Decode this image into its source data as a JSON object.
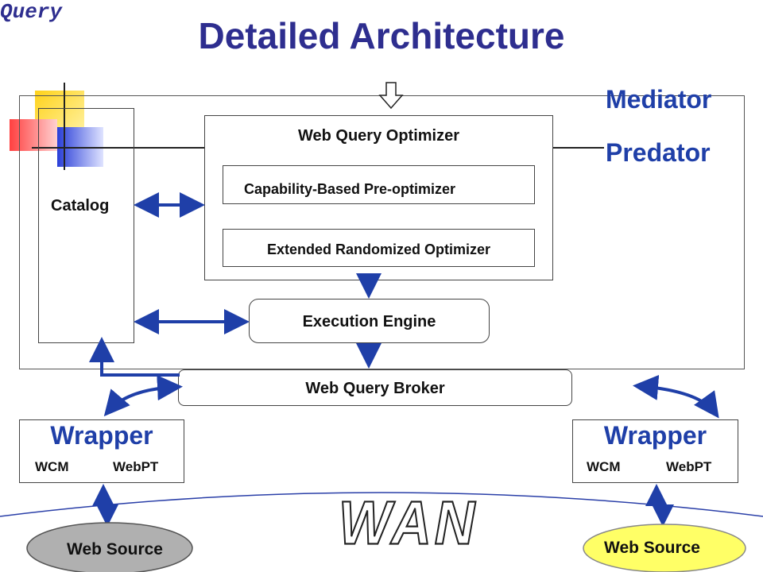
{
  "slide": {
    "title": "Detailed Architecture",
    "query_label": "Query",
    "mediator_label": "Mediator",
    "predator_label": "Predator",
    "catalog_label": "Catalog",
    "optimizer": {
      "title": "Web Query Optimizer",
      "pre_optimizer": "Capability-Based Pre-optimizer",
      "randomized_optimizer": "Extended Randomized Optimizer"
    },
    "execution_engine": "Execution Engine",
    "broker": "Web Query Broker",
    "wrapper_left": {
      "title": "Wrapper",
      "wcm": "WCM",
      "webpt": "WebPT"
    },
    "wrapper_right": {
      "title": "Wrapper",
      "wcm": "WCM",
      "webpt": "WebPT"
    },
    "wan_label": "WAN",
    "source_left": "Web Source",
    "source_right": "Web Source"
  },
  "colors": {
    "title": "#2e2e8f",
    "arrow": "#1f3fa8",
    "source_left_fill": "#b0b0b0",
    "source_right_fill": "#ffff66",
    "deco_yellow": "#ffd21a",
    "deco_red": "#ff5a5a",
    "deco_blue": "#2a3fd8"
  }
}
